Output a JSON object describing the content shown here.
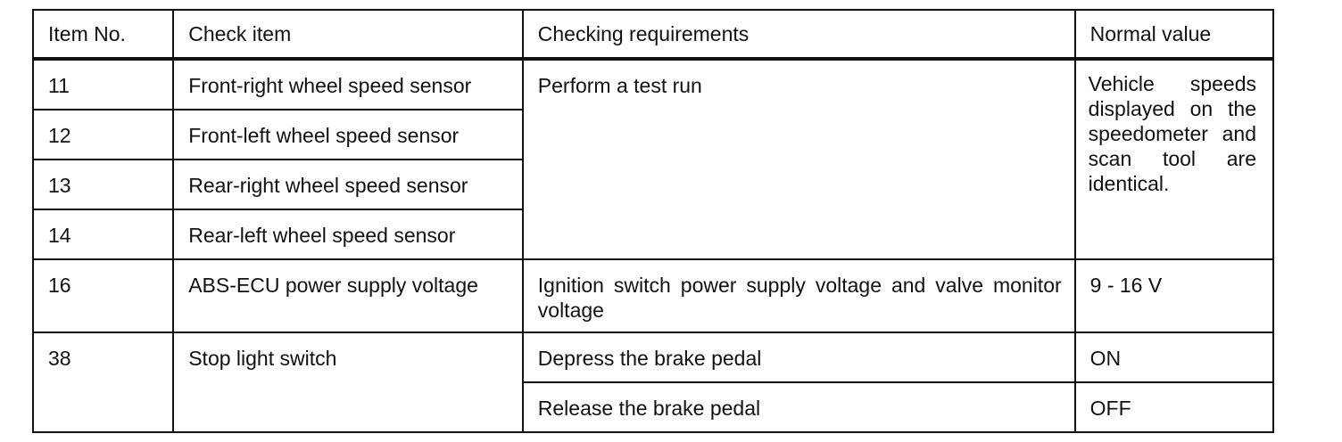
{
  "table": {
    "headers": {
      "item_no": "Item No.",
      "check_item": "Check item",
      "requirements": "Checking requirements",
      "normal_value": "Normal value"
    },
    "rows": [
      {
        "item_no": "11",
        "check_item": "Front-right wheel speed sensor"
      },
      {
        "item_no": "12",
        "check_item": "Front-left wheel speed sensor"
      },
      {
        "item_no": "13",
        "check_item": "Rear-right wheel speed sensor"
      },
      {
        "item_no": "14",
        "check_item": "Rear-left wheel speed sensor"
      },
      {
        "item_no": "16",
        "check_item": "ABS-ECU power supply voltage",
        "requirement": "Ignition switch power supply voltage and valve monitor voltage",
        "normal_value": "9 - 16 V"
      },
      {
        "item_no": "38",
        "check_item": "Stop light switch"
      }
    ],
    "speed_group": {
      "requirement": "Perform a test run",
      "normal_value": "Vehicle speeds displayed on the speedometer and scan tool are identical."
    },
    "stop_light_checks": [
      {
        "requirement": "Depress the brake pedal",
        "normal_value": "ON"
      },
      {
        "requirement": "Release the brake pedal",
        "normal_value": "OFF"
      }
    ]
  }
}
